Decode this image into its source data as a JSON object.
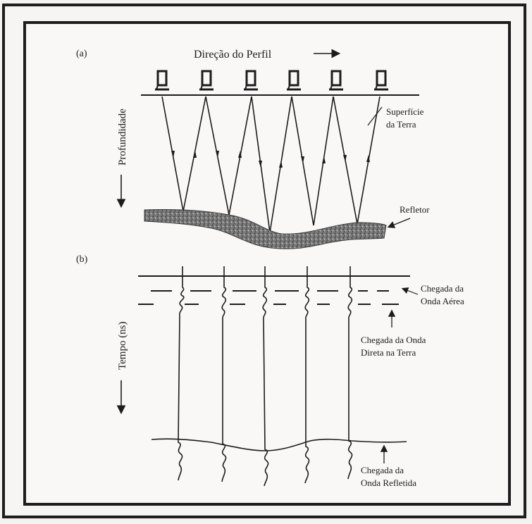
{
  "panel_a": {
    "label": "(a)",
    "profile_direction": "Direção do Perfil",
    "depth_axis": "Profundidade",
    "surface_label_line1": "Superfície",
    "surface_label_line2": "da Terra",
    "reflector_label": "Refletor"
  },
  "panel_b": {
    "label": "(b)",
    "time_axis": "Tempo (ns)",
    "air_wave_line1": "Chegada da",
    "air_wave_line2": "Onda Aérea",
    "direct_wave_line1": "Chegada da Onda",
    "direct_wave_line2": "Direta na Terra",
    "reflected_wave_line1": "Chegada da",
    "reflected_wave_line2": "Onda Refletida"
  },
  "colors": {
    "ink": "#1c1c1c",
    "paper": "#f9f8f6",
    "reflector_fill": "#6b6b6b"
  }
}
